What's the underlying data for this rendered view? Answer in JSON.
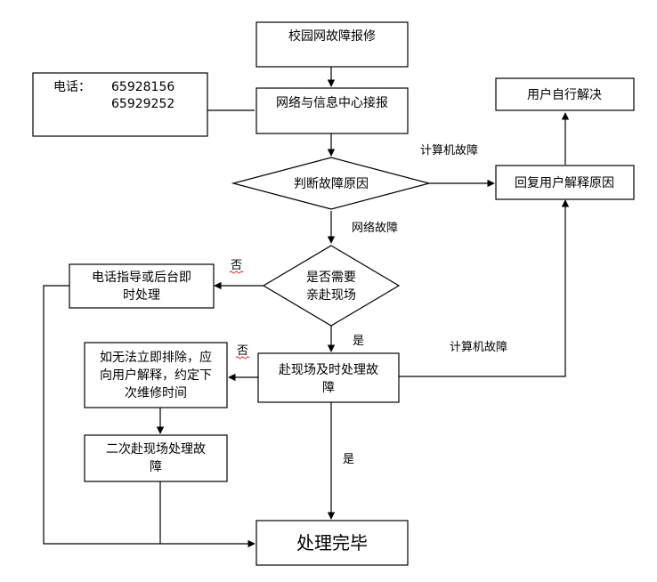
{
  "phone_box": {
    "label": "电话：",
    "numbers": [
      "65928156",
      "65929252"
    ]
  },
  "nodes": {
    "report": "校园网故障报修",
    "center": "网络与信息中心接报",
    "judge": "判断故障原因",
    "self_solve": "用户自行解决",
    "reply": "回复用户解释原因",
    "need_visit": [
      "是否需要",
      "亲赴现场"
    ],
    "phone_guide": [
      "电话指导或后台即",
      "时处理"
    ],
    "visit_fix": [
      "赴现场及时处理故",
      "障"
    ],
    "cannot_fix": [
      "如无法立即排除，应",
      "向用户解释，约定下",
      "次维修时间"
    ],
    "second_visit": [
      "二次赴现场处理故",
      "障"
    ],
    "done": "处理完毕"
  },
  "edge_labels": {
    "computer_fault_top": "计算机故障",
    "network_fault": "网络故障",
    "no_phone": "否",
    "yes_visit": "是",
    "computer_fault_mid": "计算机故障",
    "no_retry": "否",
    "yes_done": "是"
  }
}
